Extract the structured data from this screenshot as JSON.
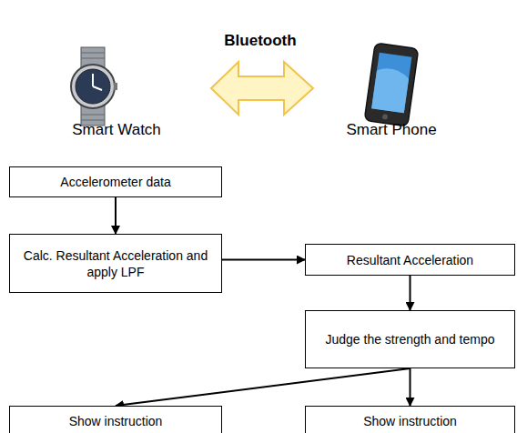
{
  "diagram": {
    "nodes": [
      {
        "text": [
          "Accelerometer data"
        ]
      },
      {
        "text": [
          "Calc. Resultant Acceleration and apply LPF"
        ]
      },
      {
        "text": [
          "Resultant Acceleration"
        ]
      },
      {
        "text": [
          "Judge the strength and tempo"
        ]
      },
      {
        "text": [
          "Show instruction"
        ]
      },
      {
        "text": [
          "Show instruction"
        ]
      }
    ],
    "edges": [
      {
        "from": 0,
        "to": 1,
        "arrow": "to"
      },
      {
        "from": 1,
        "to": 2,
        "arrow": "to"
      },
      {
        "from": 2,
        "to": 3,
        "arrow": "to"
      },
      {
        "from": 3,
        "to": 4,
        "arrow": "to"
      },
      {
        "from": 3,
        "to": 5,
        "arrow": "to"
      }
    ],
    "labels": [
      "Bluetooth",
      "Smart Watch",
      "Smart Phone"
    ]
  }
}
